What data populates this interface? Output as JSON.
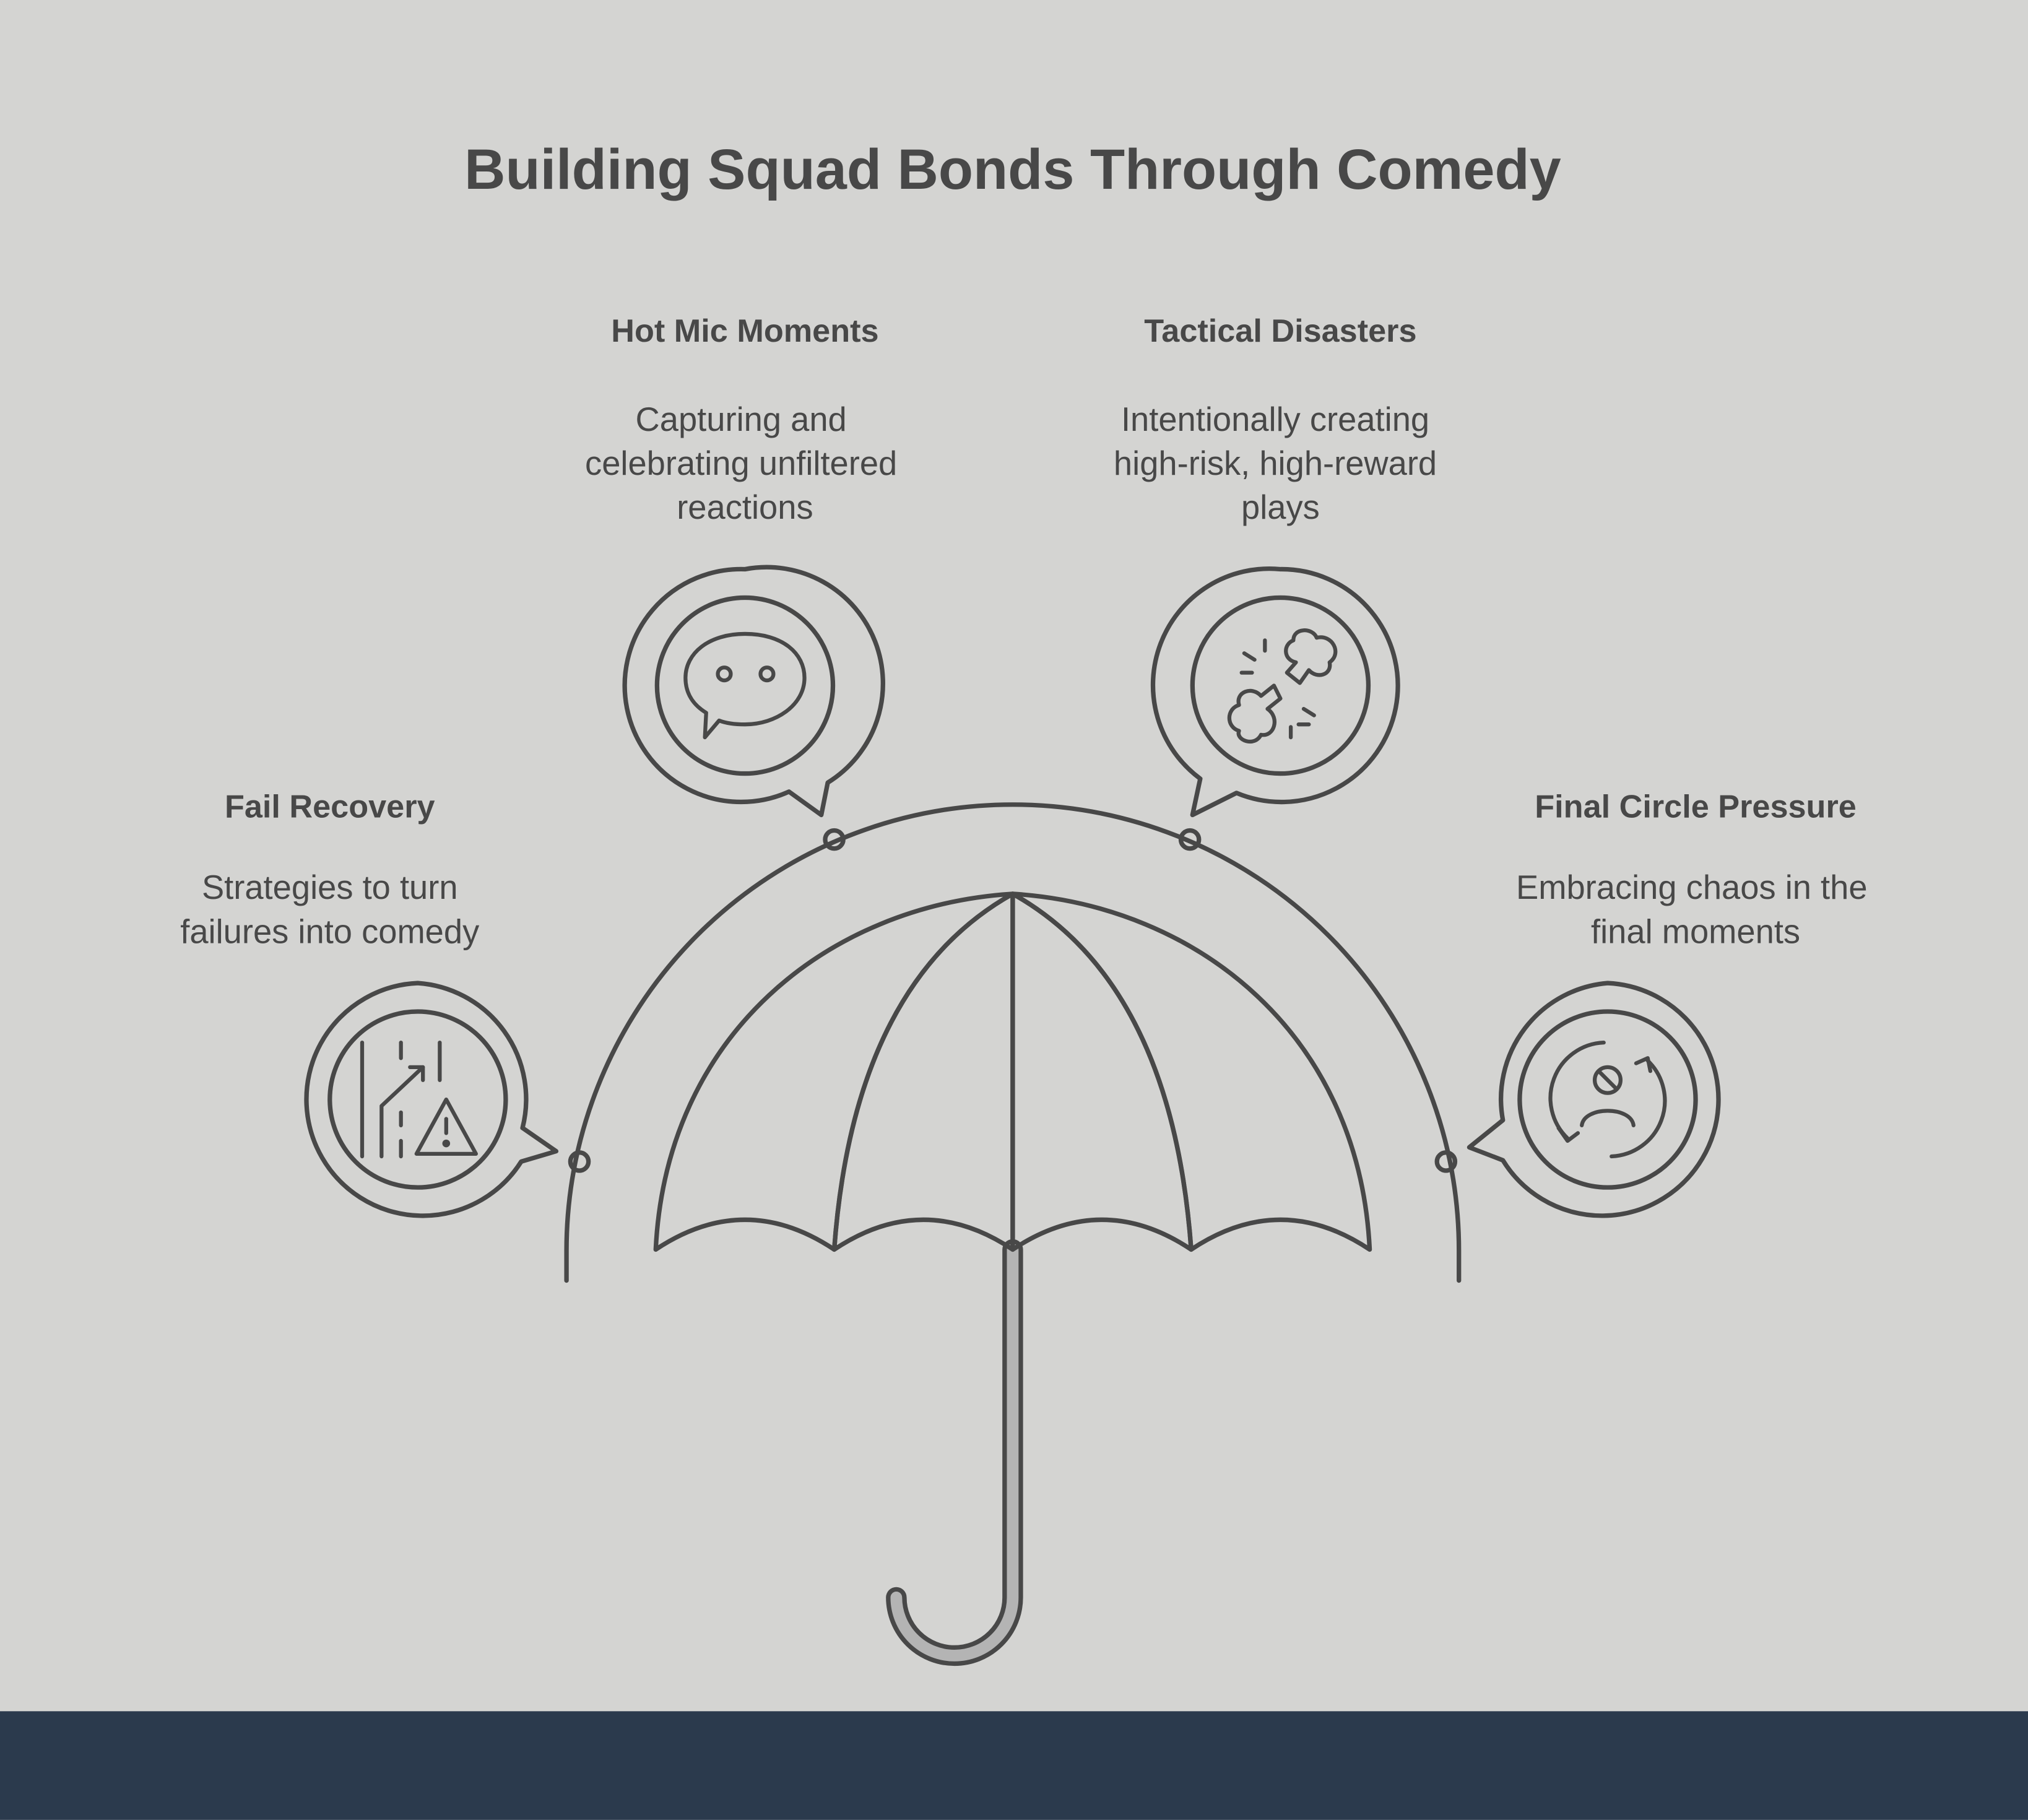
{
  "title": "Building Squad Bonds Through Comedy",
  "items": [
    {
      "heading": "Fail Recovery",
      "lines": [
        "Strategies to turn",
        "failures into comedy"
      ],
      "icon": "road-warning-icon",
      "color": "#f79a3e"
    },
    {
      "heading": "Hot Mic Moments",
      "lines": [
        "Capturing and",
        "celebrating unfiltered",
        "reactions"
      ],
      "icon": "chat-bubble-icon",
      "color": "#ff6b6b"
    },
    {
      "heading": "Tactical Disasters",
      "lines": [
        "Intentionally creating",
        "high-risk, high-reward",
        "plays"
      ],
      "icon": "explosion-icon",
      "color": "#f56cc2"
    },
    {
      "heading": "Final Circle Pressure",
      "lines": [
        "Embracing chaos in the",
        "final moments"
      ],
      "icon": "user-cycle-icon",
      "color": "#c76af5"
    }
  ],
  "colors": {
    "background": "#d4d4d2",
    "footer": "#2b3a4d",
    "ink": "#484848"
  }
}
